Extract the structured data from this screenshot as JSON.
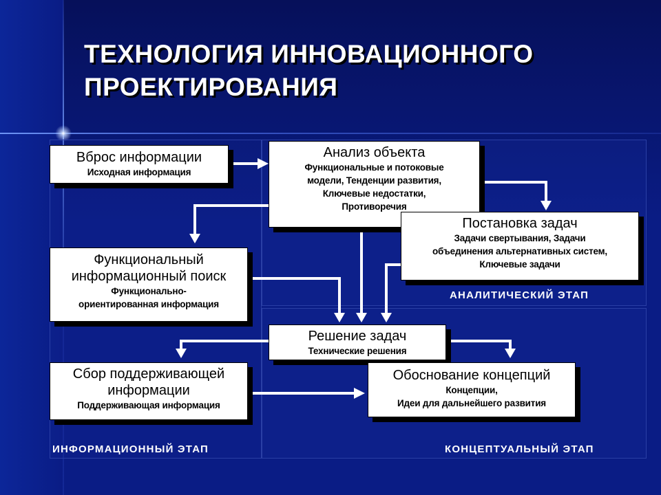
{
  "title": {
    "line1": "ТЕХНОЛОГИЯ ИННОВАЦИОННОГО",
    "line2": "ПРОЕКТИРОВАНИЯ"
  },
  "boxes": {
    "vbros": {
      "title": "Вброс информации",
      "sub": [
        "Исходная информация"
      ]
    },
    "analiz": {
      "title": "Анализ объекта",
      "sub": [
        "Функциональные и потоковые",
        "модели, Тенденции развития,",
        "Ключевые недостатки,",
        "Противоречия"
      ]
    },
    "postanovka": {
      "title": "Постановка задач",
      "sub": [
        "Задачи свертывания, Задачи",
        "объединения альтернативных систем,",
        "Ключевые задачи"
      ]
    },
    "poisk": {
      "title": [
        "Функциональный",
        "информационный поиск"
      ],
      "sub": [
        "Функционально-",
        "ориентированная информация"
      ]
    },
    "reshenie": {
      "title": "Решение задач",
      "sub": [
        "Технические решения"
      ]
    },
    "sbor": {
      "title": [
        "Сбор поддерживающей",
        "информации"
      ],
      "sub": [
        "Поддерживающая информация"
      ]
    },
    "obosnovanie": {
      "title": "Обоснование концепций",
      "sub": [
        "Концепции,",
        "Идеи для дальнейшего развития"
      ]
    }
  },
  "stages": {
    "analytical": "АНАЛИТИЧЕСКИЙ ЭТАП",
    "informational": "ИНФОРМАЦИОННЫЙ ЭТАП",
    "conceptual": "КОНЦЕПТУАЛЬНЫЙ ЭТАП"
  },
  "colors": {
    "background": "#0a1c85",
    "box": "#ffffff",
    "arrow": "#ffffff",
    "shadow": "#000000"
  }
}
